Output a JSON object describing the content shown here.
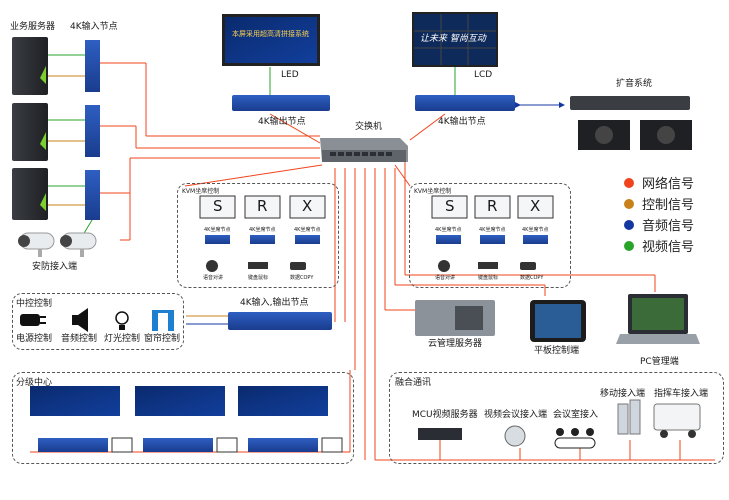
{
  "labels": {
    "business_servers": "业务服务器",
    "input_node_4k": "4K输入节点",
    "security_access": "安防接入端",
    "led": "LED",
    "lcd": "LCD",
    "output_node_left": "4K输出节点",
    "output_node_right": "4K输出节点",
    "switch": "交换机",
    "audio_system": "扩音系统",
    "led_screen_text": "本屏采用超高清拼接系统",
    "lcd_screen_text": "让未来  智尚互动",
    "kvm_left_title": "KVM坐席控制",
    "kvm_right_title": "KVM坐席控制",
    "central_control_title": "中控控制",
    "io_node": "4K输入,输出节点",
    "cloud_server": "云管理服务器",
    "tablet": "平板控制端",
    "pc": "PC管理端",
    "branch_title": "分级中心",
    "fusion_title": "融合通讯",
    "mcu": "MCU视频服务器",
    "video_conf": "视频会议接入端",
    "meeting_room": "会议室接入",
    "mobile": "移动接入端",
    "command_vehicle": "指挥车接入端"
  },
  "central_items": [
    {
      "label": "电源控制",
      "icon": "power-plug-icon"
    },
    {
      "label": "音频控制",
      "icon": "speaker-icon"
    },
    {
      "label": "灯光控制",
      "icon": "light-bulb-icon"
    },
    {
      "label": "窗帘控制",
      "icon": "curtain-icon"
    }
  ],
  "kvm_left": {
    "node_labels": [
      "4K坐席节点",
      "4K坐席节点",
      "4K坐席节点"
    ],
    "device_labels": [
      "语音对讲",
      "键盘鼠标",
      "数据COPY"
    ]
  },
  "kvm_right": {
    "node_labels": [
      "4K坐席节点",
      "4K坐席节点",
      "4K坐席节点"
    ],
    "device_labels": [
      "语音对讲",
      "键盘鼠标",
      "数据COPY"
    ]
  },
  "kvm_letters": [
    "S",
    "R",
    "X"
  ],
  "legend": [
    {
      "label": "网络信号",
      "color": "#f0441c"
    },
    {
      "label": "控制信号",
      "color": "#c8821a"
    },
    {
      "label": "音频信号",
      "color": "#1537a0"
    },
    {
      "label": "视频信号",
      "color": "#2aa32a"
    }
  ]
}
